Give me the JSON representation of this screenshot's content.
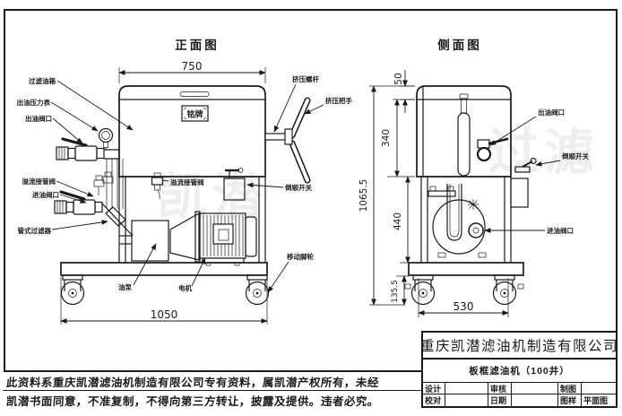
{
  "front_view": {
    "title": "正面图",
    "nameplate": "铭牌",
    "labels": {
      "filter_tank": "过滤油箱",
      "outlet_pressure_gauge": "出油压力表",
      "outlet_valve_port": "出油阀口",
      "overflow_pipe_valve_left": "溢流接管阀",
      "inlet_valve_port": "进油阀口",
      "tube_filter": "管式过滤器",
      "overflow_pipe_valve_center": "溢流接管阀",
      "reversing_switch": "倒顺开关",
      "squeeze_screw": "挤压螺杆",
      "squeeze_handle": "挤压把手",
      "oil_pump": "油泵",
      "motor": "电机",
      "casters": "移动脚轮"
    },
    "dims": {
      "top_width": "750",
      "base_width": "1050"
    }
  },
  "side_view": {
    "title": "侧面图",
    "labels": {
      "outlet_valve_port": "出油阀口",
      "reversing_switch": "倒顺开关",
      "inlet_valve_port": "进油阀口"
    },
    "dims": {
      "lid_height": "50",
      "tank_height": "340",
      "total_height": "1065.5",
      "frame_height": "440",
      "caster_height": "135.5",
      "base_width": "530"
    }
  },
  "title_block": {
    "company": "重庆凯潜滤油机制造有限公司",
    "product": "板框滤油机（100井）",
    "design_label": "设计",
    "review_label": "审核",
    "draft_label": "制图",
    "proof_label": "校对",
    "date_label": "日期",
    "sheet_label": "图样",
    "sheet_value": "平面图"
  },
  "notice": {
    "line1": "此资料系重庆凯潜滤油机制造有限公司专有资料，属凯潜产权所有，未经",
    "line2": "凯潜书面同意，不准复制，不得向第三方转让，披露及提供。违者必究。"
  },
  "watermark": {
    "part1": "凯潜",
    "part2": "过滤"
  },
  "colors": {
    "line": "#1a1a1a",
    "paper": "#ffffff"
  }
}
